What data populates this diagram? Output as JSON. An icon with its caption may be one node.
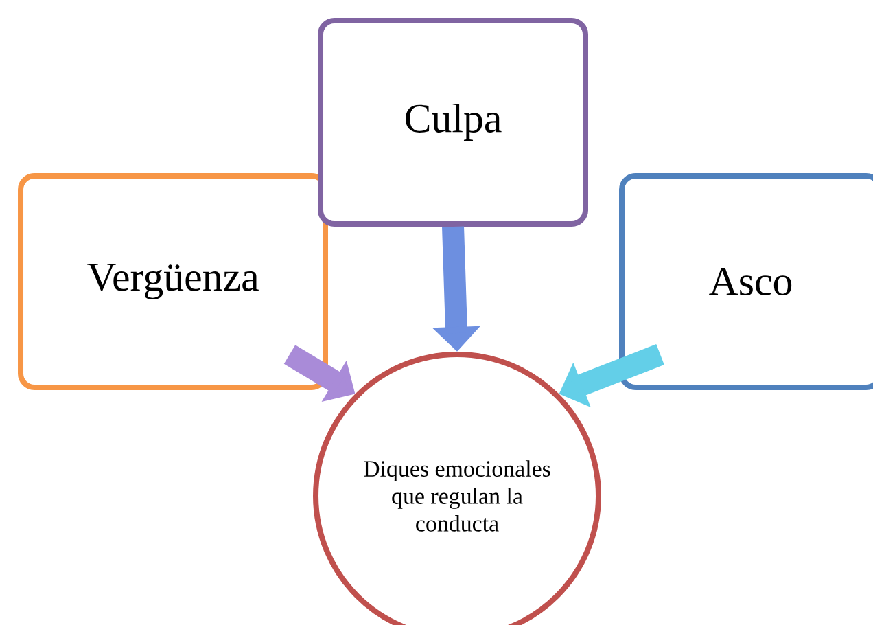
{
  "diagram": {
    "nodes": [
      {
        "text": [
          "Vergüenza"
        ]
      },
      {
        "text": [
          "Culpa"
        ]
      },
      {
        "text": [
          "Asco"
        ]
      },
      {
        "text": [
          "Diques emocionales que regulan la conducta"
        ]
      }
    ],
    "edges": [
      {
        "from": 0,
        "to": 3,
        "arrow": "to",
        "color": "#a98bd8"
      },
      {
        "from": 1,
        "to": 3,
        "arrow": "to",
        "color": "#6d8fe0"
      },
      {
        "from": 2,
        "to": 3,
        "arrow": "to",
        "color": "#63cfe8"
      }
    ]
  }
}
